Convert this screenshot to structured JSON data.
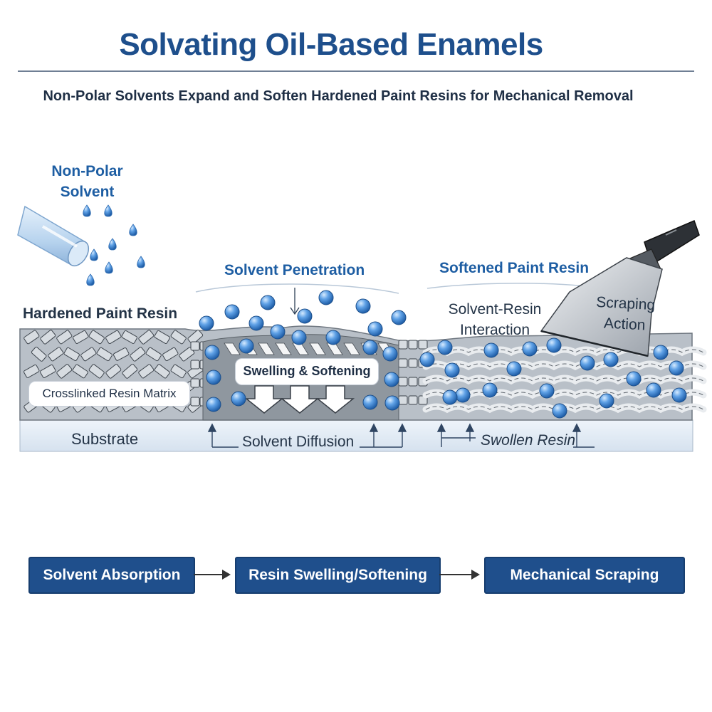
{
  "header": {
    "title": "Solvating Oil-Based Enamels",
    "subtitle": "Non-Polar Solvents Expand and Soften Hardened Paint Resins for Mechanical Removal"
  },
  "diagram": {
    "solvent_label": "Non-Polar Solvent",
    "hardened_label": "Hardened Paint Resin",
    "crosslinked_label": "Crosslinked Resin Matrix",
    "substrate_label": "Substrate",
    "penetration_label": "Solvent Penetration",
    "swelling_label": "Swelling & Softening",
    "diffusion_label": "Solvent Diffusion",
    "softened_label": "Softened Paint Resin",
    "interaction_label": "Solvent-Resin Interaction",
    "scraping_label": "Scraping Action",
    "swollen_label": "Swollen Resin"
  },
  "process": {
    "steps": [
      "Solvent Absorption",
      "Resin Swelling/Softening",
      "Mechanical Scraping"
    ]
  },
  "colors": {
    "accent": "#1e4f8c",
    "droplet": "#4a8fd6",
    "resin": "#9aa3ad"
  }
}
